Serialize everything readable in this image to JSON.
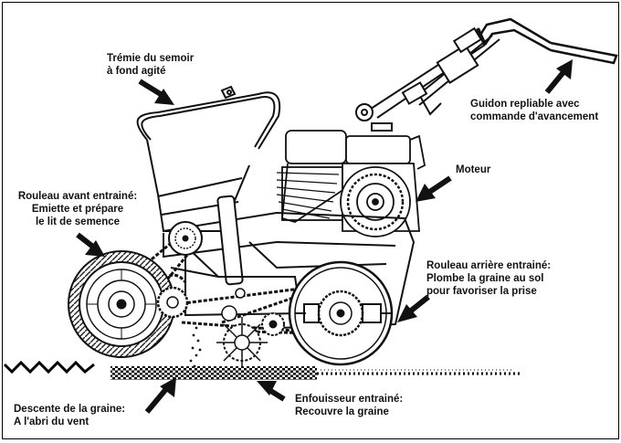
{
  "labels": {
    "hopper": [
      "Trémie du semoir",
      "à fond agité"
    ],
    "handlebar": [
      "Guidon repliable avec",
      "commande d'avancement"
    ],
    "engine": [
      "Moteur"
    ],
    "front_roller": [
      "Rouleau avant entrainé:",
      "Emiette et prépare",
      "le lit de semence"
    ],
    "rear_roller": [
      "Rouleau arrière entrainé:",
      "Plombe la graine au sol",
      "pour favoriser la prise"
    ],
    "seed_descent": [
      "Descente de la graine:",
      "A l'abri du vent"
    ],
    "burier": [
      "Enfouisseur entrainé:",
      "Recouvre la graine"
    ]
  },
  "colors": {
    "ink": "#111111",
    "paper": "#ffffff",
    "ground": "#000000"
  },
  "icons": {
    "arrow": "arrow-icon",
    "engine": "engine-icon",
    "roller": "roller-icon"
  }
}
